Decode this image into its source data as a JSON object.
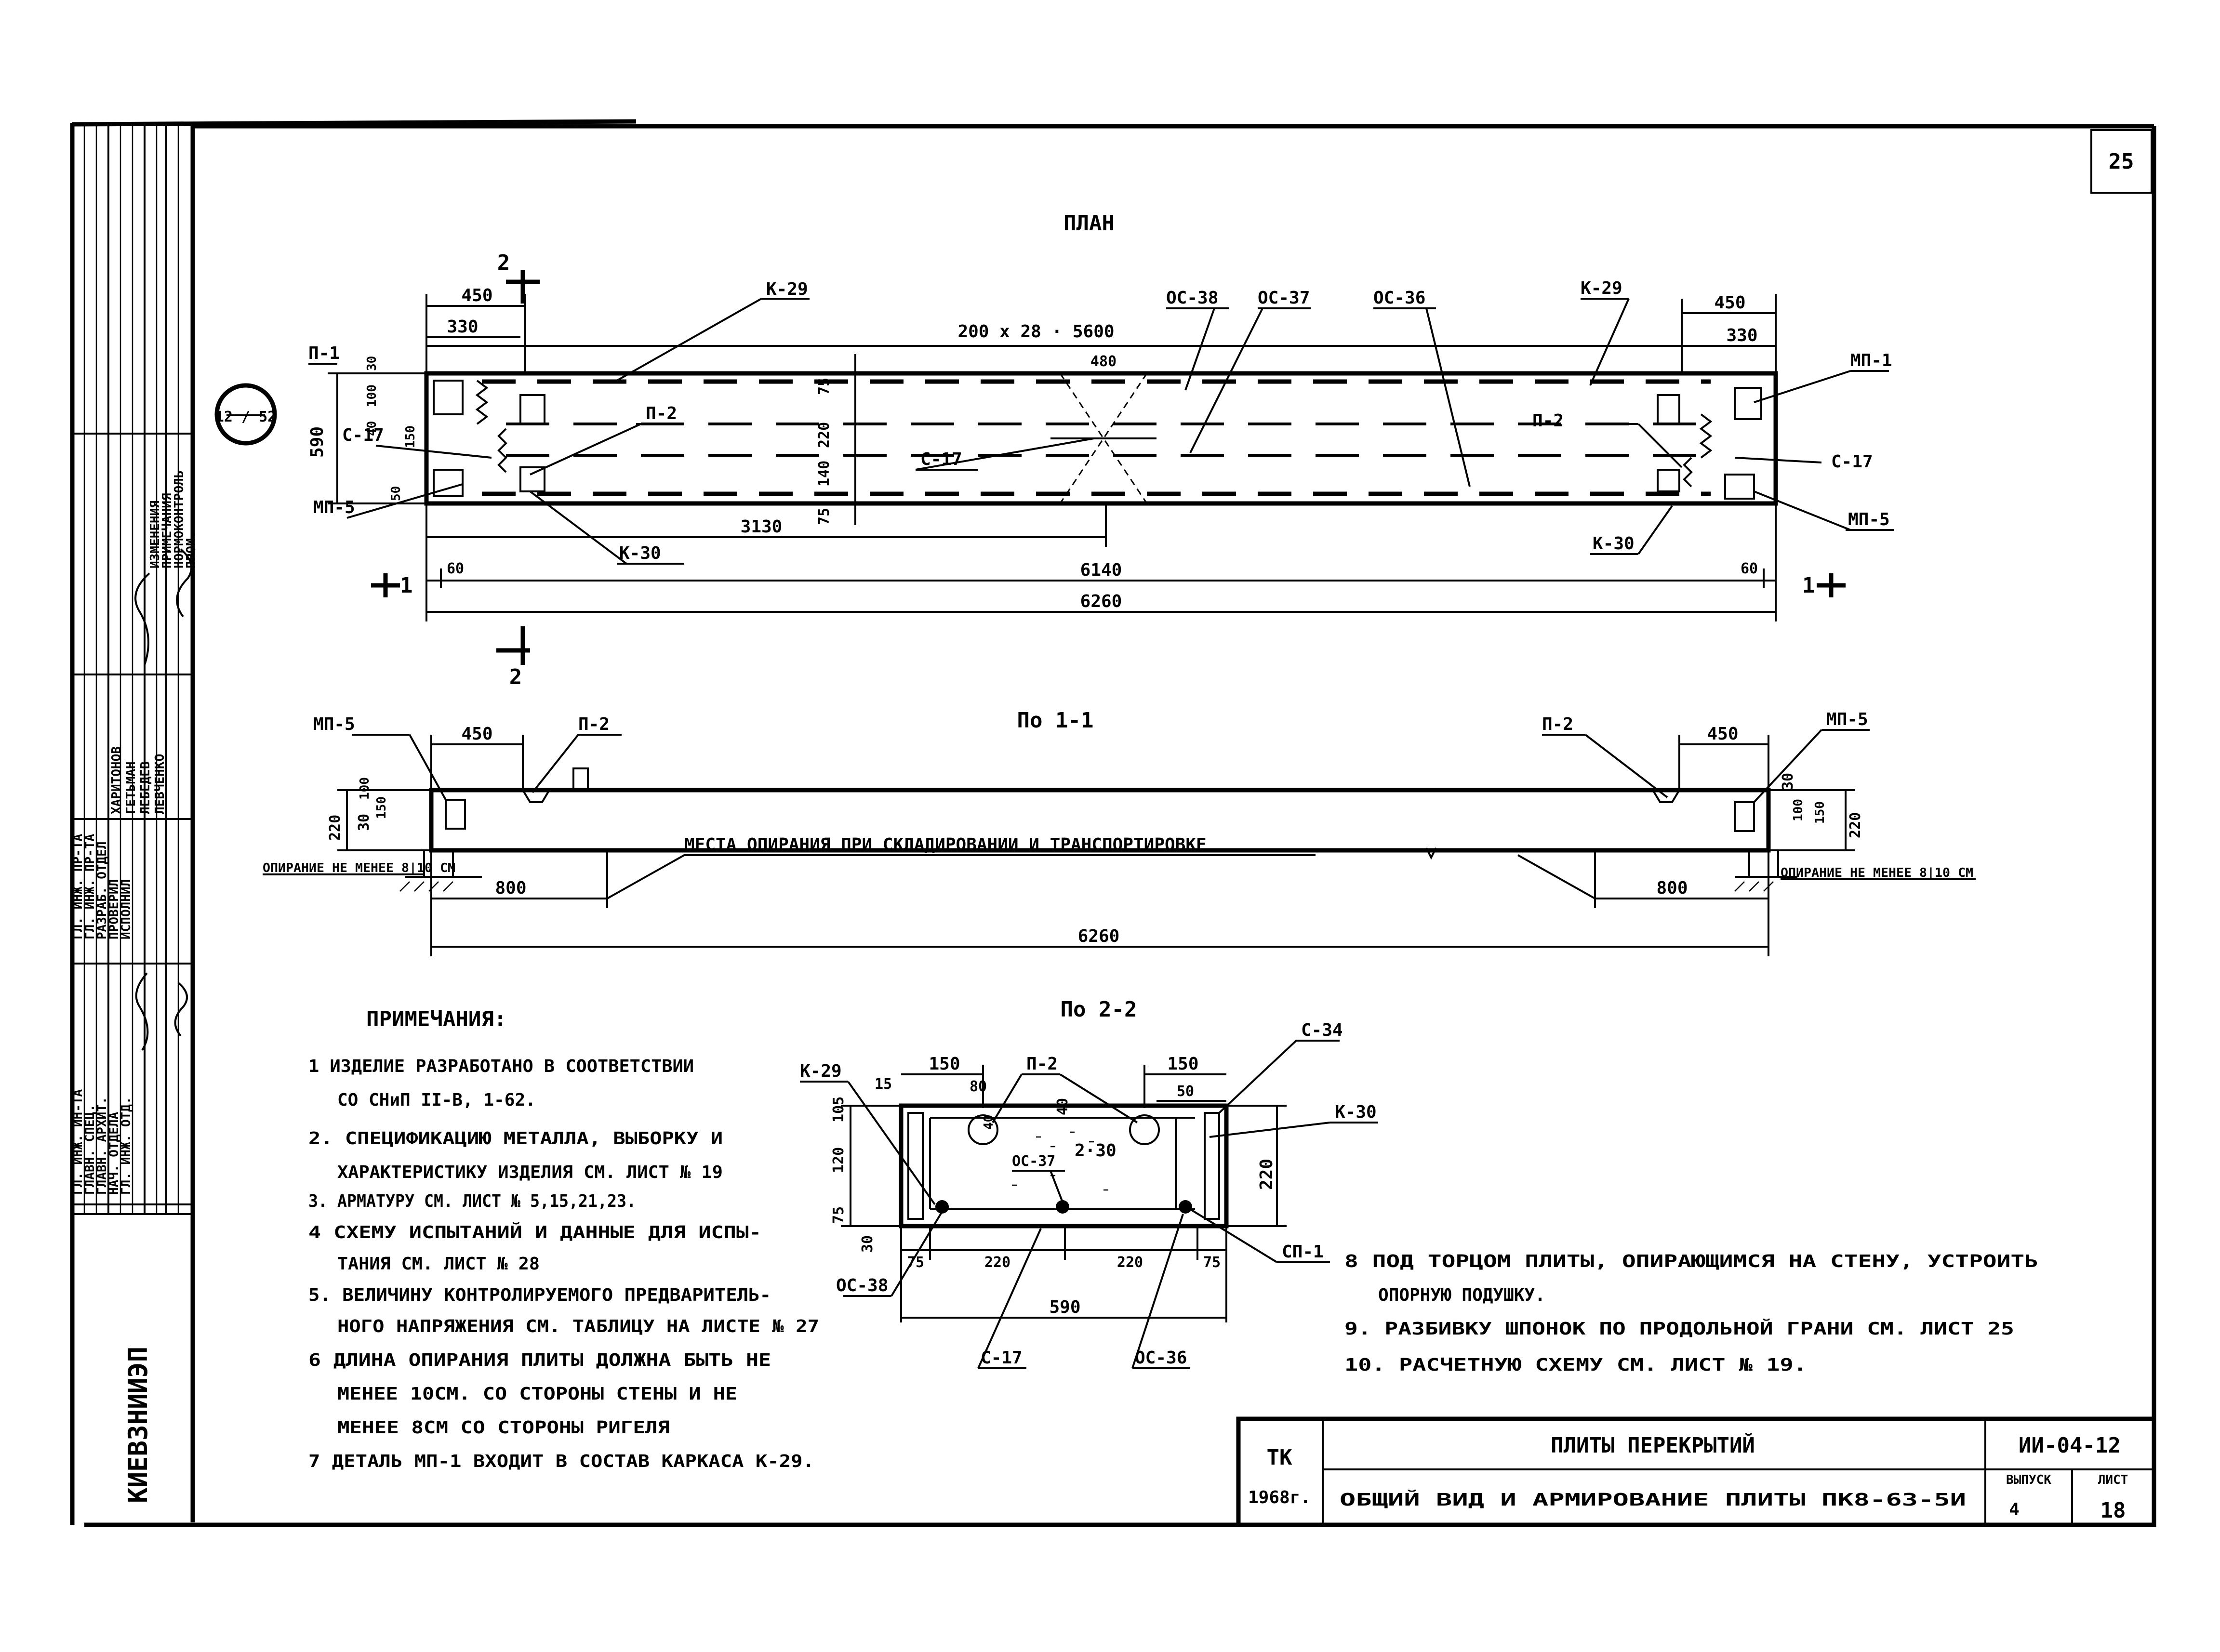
{
  "sheet_number": "25",
  "plan": {
    "title": "ПЛАН",
    "section_marks": [
      "2",
      "2",
      "1",
      "1"
    ],
    "dims": [
      "450",
      "330",
      "200 x 28 · 5600",
      "480",
      "450",
      "330",
      "590",
      "100",
      "30",
      "40",
      "150",
      "50",
      "75",
      "220",
      "140",
      "75",
      "3130",
      "6140",
      "60",
      "60",
      "6260"
    ],
    "labels": [
      "К-29",
      "ОС-38",
      "ОС-37",
      "ОС-36",
      "К-29",
      "П-1",
      "С-17",
      "МП-5",
      "П-2",
      "С-17",
      "К-30",
      "МП-1",
      "П-2",
      "С-17",
      "МП-5",
      "К-30"
    ],
    "callout": "12 / 52"
  },
  "section_1_1": {
    "title": "По 1-1",
    "labels": [
      "МП-5",
      "П-2",
      "П-2",
      "МП-5"
    ],
    "dims": [
      "450",
      "450",
      "30",
      "220",
      "100",
      "150",
      "30",
      "100",
      "150",
      "220",
      "800",
      "800",
      "6260"
    ],
    "support_left": "ОПИРАНИЕ НЕ МЕНЕЕ 8|10 СМ",
    "support_right": "ОПИРАНИЕ НЕ МЕНЕЕ 8|10 СМ",
    "support_note": "МЕСТА ОПИРАНИЯ ПРИ СКЛАДИРОВАНИИ И ТРАНСПОРТИРОВКЕ"
  },
  "section_2_2": {
    "title": "По 2-2",
    "labels": [
      "К-29",
      "П-2",
      "С-34",
      "К-30",
      "ОС-37",
      "ОС-38",
      "СП-1",
      "С-17",
      "ОС-36"
    ],
    "dims": [
      "150",
      "150",
      "15",
      "80",
      "50",
      "40",
      "2·30",
      "105",
      "120",
      "75",
      "30",
      "220",
      "75",
      "220",
      "220",
      "75",
      "590"
    ]
  },
  "notes": {
    "title": "ПРИМЕЧАНИЯ:",
    "items": [
      "1 ИЗДЕЛИЕ РАЗРАБОТАНО В СООТВЕТСТВИИ",
      "СО СНиП  II-В, 1-62.",
      "2. СПЕЦИФИКАЦИЮ МЕТАЛЛА, ВЫБОРКУ И",
      "ХАРАКТЕРИСТИКУ ИЗДЕЛИЯ СМ. ЛИСТ № 19",
      "3. АРМАТУРУ СМ. ЛИСТ № 5,15,21,23.",
      "4 СХЕМУ ИСПЫТАНИЙ И ДАННЫЕ ДЛЯ ИСПЫ-",
      "ТАНИЯ СМ. ЛИСТ № 28",
      "5. ВЕЛИЧИНУ КОНТРОЛИРУЕМОГО ПРЕДВАРИТЕЛЬ-",
      "НОГО НАПРЯЖЕНИЯ СМ. ТАБЛИЦУ НА ЛИСТЕ № 27",
      "6 ДЛИНА ОПИРАНИЯ ПЛИТЫ ДОЛЖНА БЫТЬ НЕ",
      "МЕНЕЕ 10СМ. СО СТОРОНЫ СТЕНЫ И НЕ",
      "МЕНЕЕ 8СМ СО СТОРОНЫ РИГЕЛЯ",
      "7 ДЕТАЛЬ МП-1 ВХОДИТ В СОСТАВ КАРКАСА К-29."
    ],
    "items_right": [
      "8 ПОД ТОРЦОМ ПЛИТЫ, ОПИРАЮЩИМСЯ НА СТЕНУ, УСТРОИТЬ",
      "ОПОРНУЮ ПОДУШКУ.",
      "9. РАЗБИВКУ ШПОНОК ПО ПРОДОЛЬНОЙ ГРАНИ СМ. ЛИСТ 25",
      "10. РАСЧЕТНУЮ СХЕМУ СМ. ЛИСТ № 19."
    ]
  },
  "title_block": {
    "org": "ТК",
    "year": "1968г.",
    "title": "ПЛИТЫ ПЕРЕКРЫТИЙ",
    "subtitle": "ОБЩИЙ ВИД И АРМИРОВАНИЕ ПЛИТЫ ПК8-63-5И",
    "code": "ИИ-04-12",
    "issue_label": "ВЫПУСК",
    "issue_value": "4",
    "sheet_label": "ЛИСТ",
    "sheet_value": "18"
  },
  "side_stamp": {
    "institute": "КИЕВЗНИИЭП",
    "rows_left": [
      "ГЛ. ИНЖ. ИН-ТА",
      "ГЛАВН. СПЕЦ.",
      "ГЛАВН. АРХИТ.",
      "НАЧ. ОТДЕЛА",
      "ГЛ. ИНЖ. ОТД."
    ],
    "rows_mid": [
      "ГЛ. ИНЖ. ПР-ТА",
      "ГЛ. ИНЖ. ПР-ТА",
      "РАЗРАБ. ОТДЕЛ",
      "ПРОВЕРИЛ",
      "ИСПОЛНИЛ"
    ],
    "rows_right": [
      "ИЗМЕНЕНИЯ",
      "ПРИМЕЧАНИЯ",
      "НОРМОКОНТРОЛЬ",
      "ПРОМ."
    ],
    "names": [
      "ХАРИТОНОВ",
      "ГЕТЬМАН",
      "ЛЕБЕДЕВ",
      "ЛЕВЧЕНКО"
    ]
  }
}
